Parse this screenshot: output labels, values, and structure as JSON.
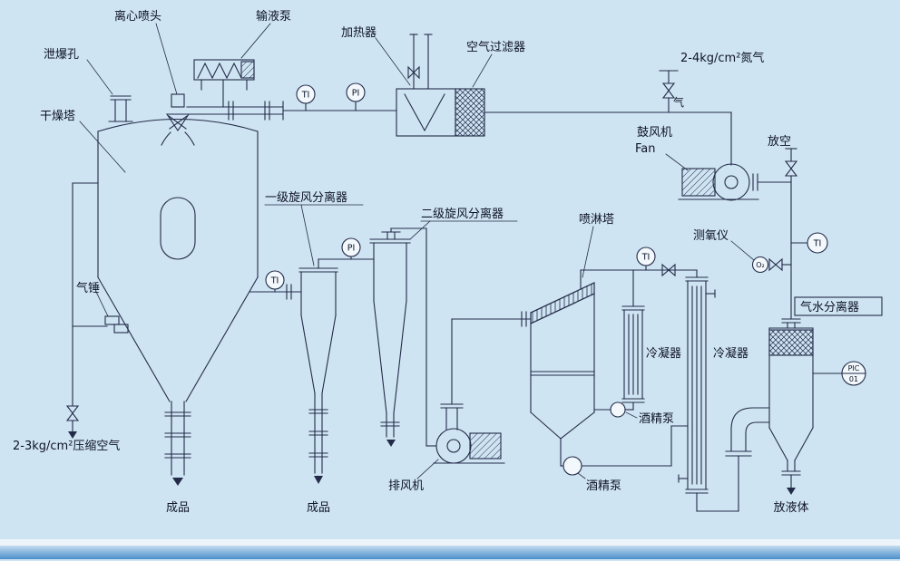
{
  "page": {
    "background": "#cfe4f2",
    "line_color": "#232b49",
    "footer_bar_top_color": "#eef5fa",
    "footer_bar_gradient_start": "#c6ddef",
    "footer_bar_gradient_end": "#4d8fcb"
  },
  "labels": {
    "spray_head": "离心喷头",
    "feed_pump": "输液泵",
    "explosion_vent": "泄爆孔",
    "drying_tower": "干燥塔",
    "heater": "加热器",
    "air_filter": "空气过滤器",
    "nitrogen_supply": "2-4kg/cm²氮气",
    "gas": "气",
    "blower_cn": "鼓风机",
    "blower_en": "Fan",
    "vent": "放空",
    "oxygen_analyzer": "测氧仪",
    "cyclone_stage1": "一级旋风分离器",
    "cyclone_stage2": "二级旋风分离器",
    "spray_tower": "喷淋塔",
    "air_hammer": "气锤",
    "compressed_air": "2-3kg/cm²压缩空气",
    "product_tower": "成品",
    "product_cyclone": "成品",
    "exhaust_fan": "排风机",
    "condenser_small": "冷凝器",
    "condenser_large": "冷凝器",
    "alcohol_pump_upper": "酒精泵",
    "alcohol_pump_lower": "酒精泵",
    "gas_water_separator": "气水分离器",
    "drain_liquid": "放液体"
  },
  "instruments": {
    "temperature": "TI",
    "pressure": "PI",
    "oxygen": "O₂",
    "pic_top": "PIC",
    "pic_bottom": "01"
  }
}
